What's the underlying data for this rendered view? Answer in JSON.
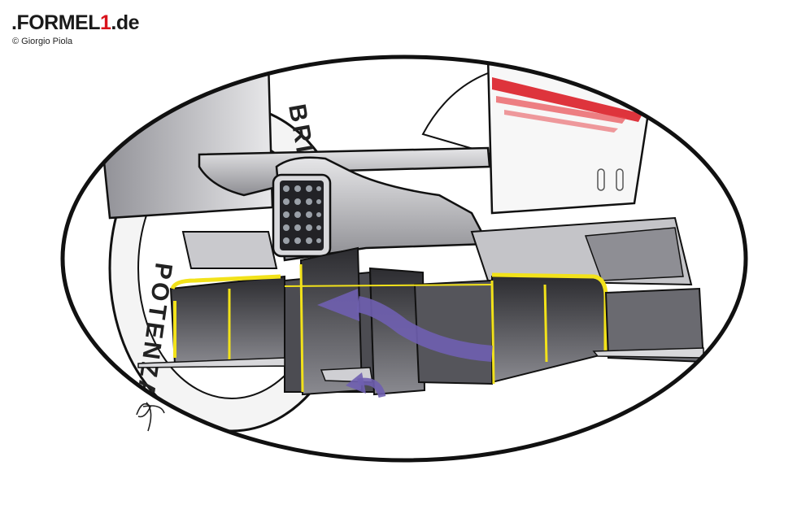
{
  "logo": {
    "prefix": ".FORMEL",
    "accent": "1",
    "suffix": ".de"
  },
  "credit": "© Giorgio Piola",
  "tyre_lettering": {
    "upper": "BRIDGESTONE",
    "lower": "POTENZA"
  },
  "colors": {
    "outline": "#111111",
    "diffuser_highlight": "#f2e21a",
    "airflow_arrow": "#6f5fb0",
    "livery_red": "#d9121b",
    "body_grey": "#b9b9bd"
  },
  "icons": {
    "airflow_arrows": "curved-arrow-icon",
    "signature": "signature-icon"
  }
}
